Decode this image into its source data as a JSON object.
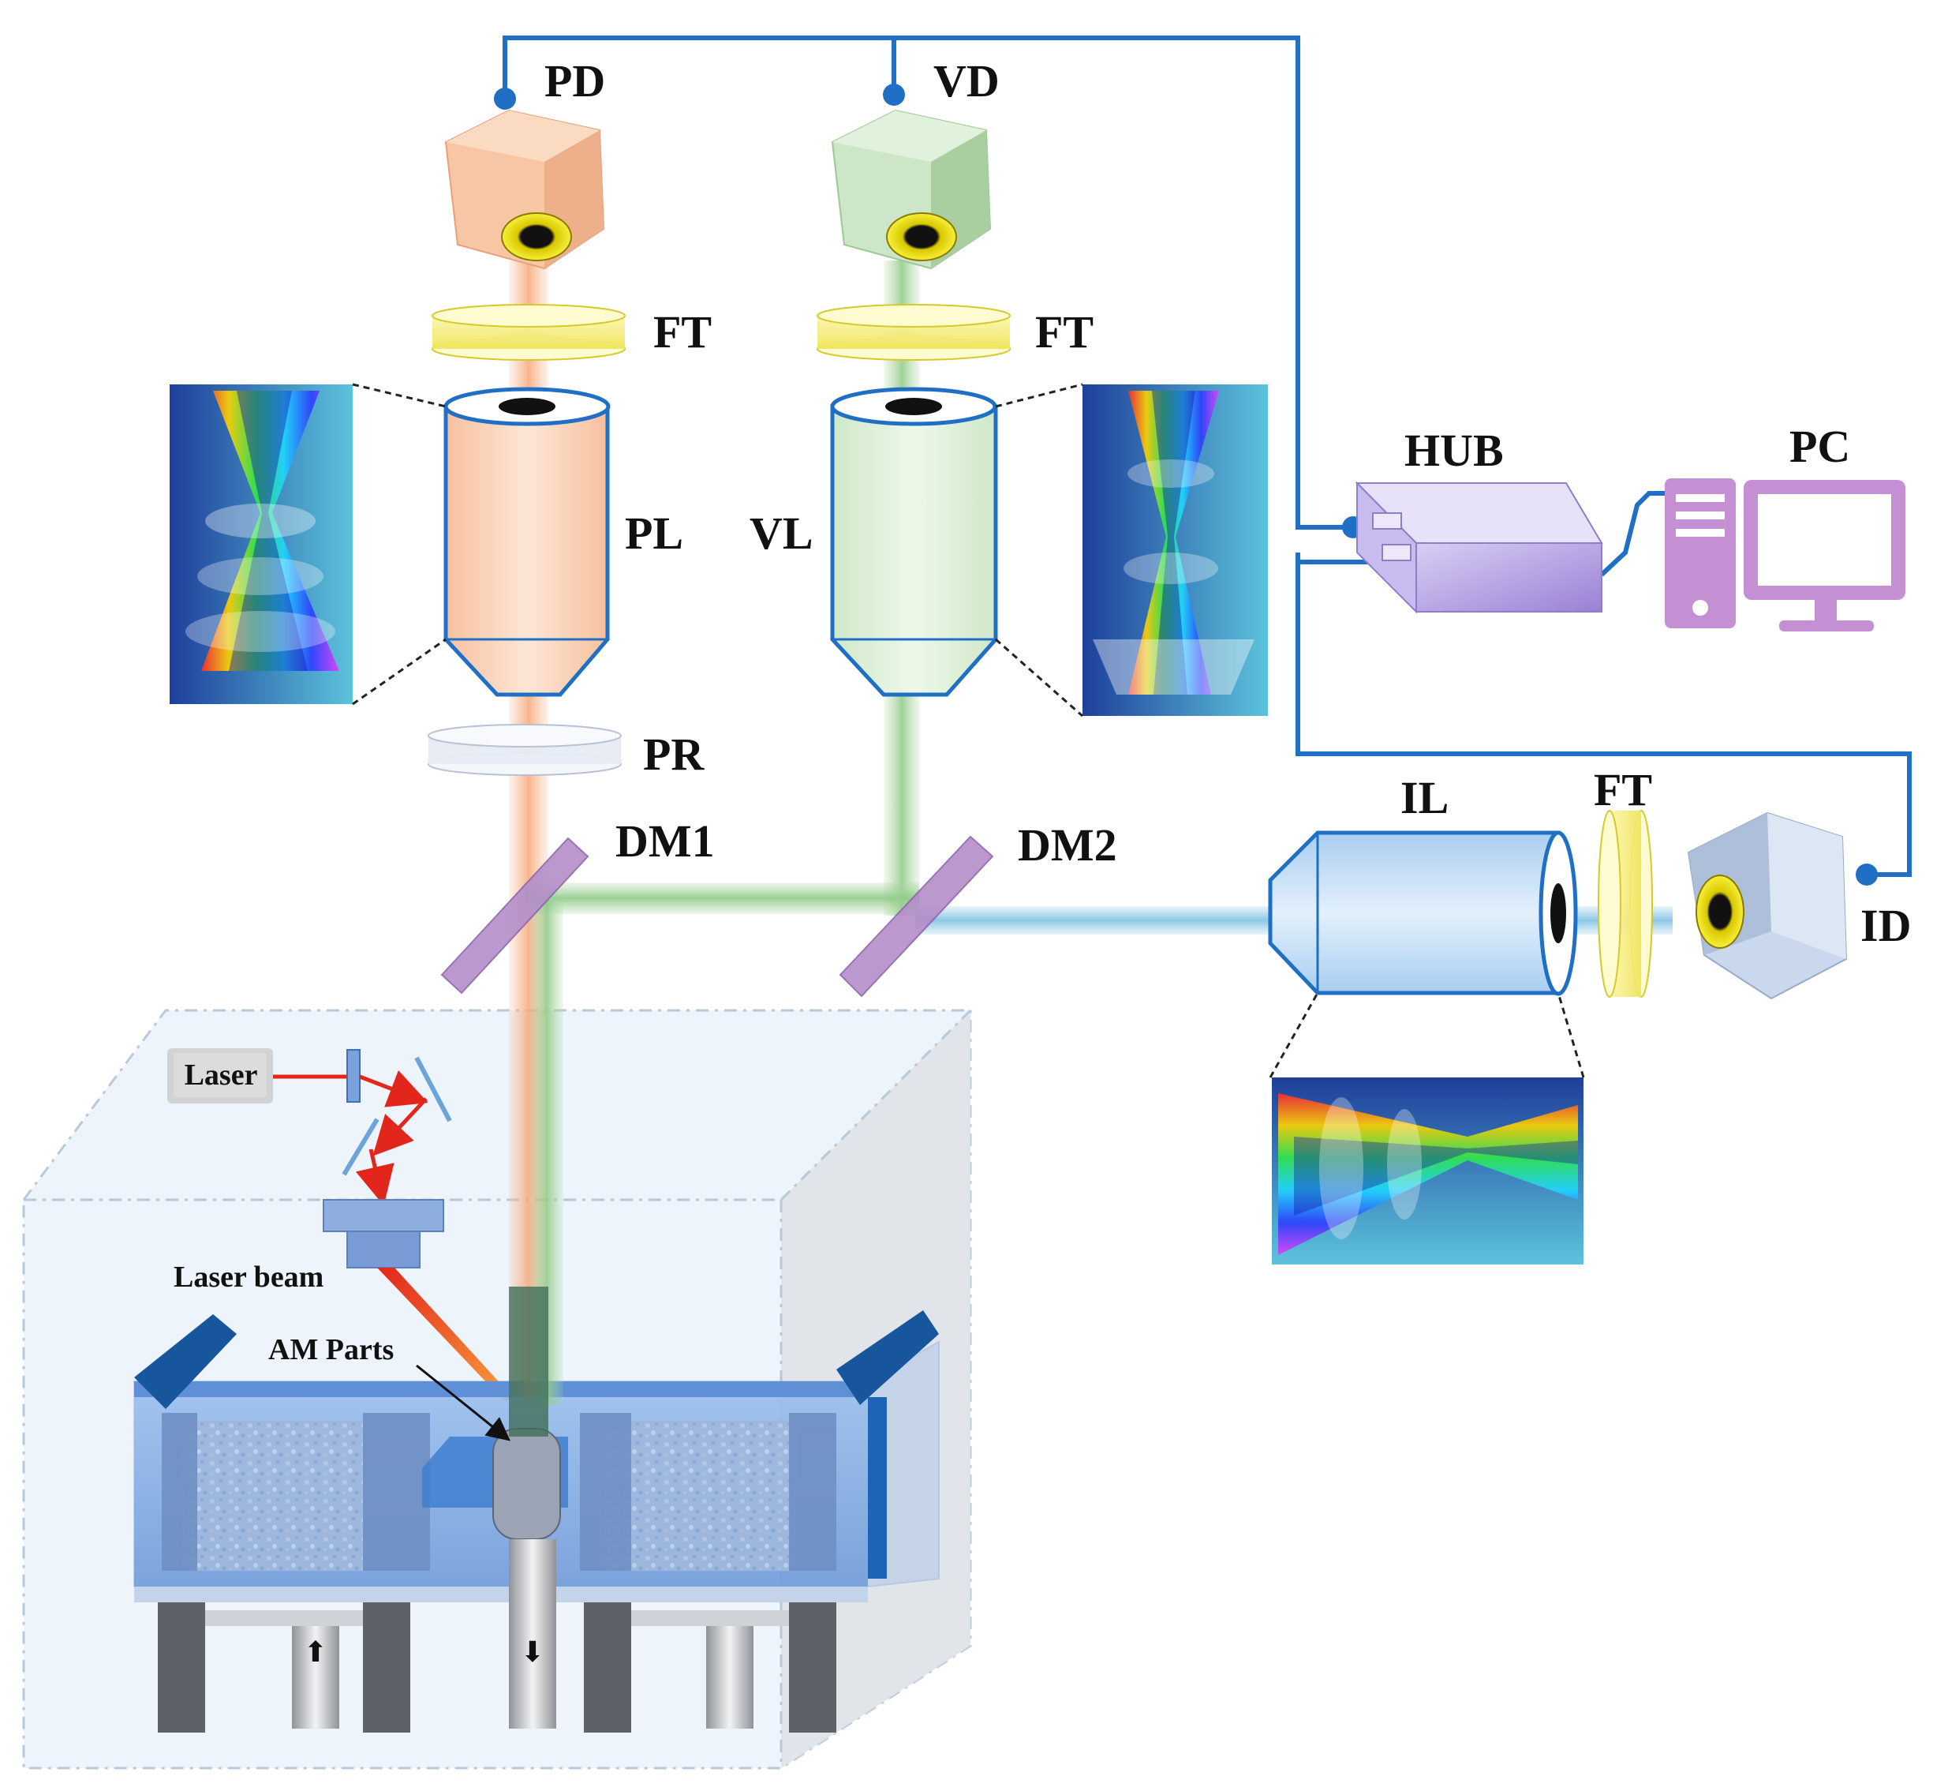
{
  "labels": {
    "pd": "PD",
    "vd": "VD",
    "ft_left": "FT",
    "ft_mid": "FT",
    "ft_right": "FT",
    "pl": "PL",
    "vl": "VL",
    "pr": "PR",
    "dm1": "DM1",
    "dm2": "DM2",
    "hub": "HUB",
    "pc": "PC",
    "il": "IL",
    "id": "ID",
    "laser": "Laser",
    "laser_beam": "Laser beam",
    "am_parts": "AM Parts"
  },
  "colors": {
    "wire": "#1f6fc5",
    "pd_body": "#f7c7a5",
    "vd_body": "#cde6c8",
    "id_body": "#c9d8ec",
    "filter": "#f5f08a",
    "pl_body": "#f9d6bf",
    "vl_body": "#dff0da",
    "il_body": "#bcd8f3",
    "dichroic": "#b48ec9",
    "hub": "#b9a5e0",
    "pc": "#c58fd4",
    "beam_orange": "#f6b48a",
    "beam_green": "#a9d6a1",
    "beam_blue": "#8fc9e6",
    "laser_red": "#e3261c",
    "chamber": "#e9f1fa",
    "tank": "#7aa7e0",
    "rail": "#17559c"
  },
  "icons": [
    "camera-icon",
    "computer-icon",
    "hub-icon",
    "laser-icon"
  ]
}
